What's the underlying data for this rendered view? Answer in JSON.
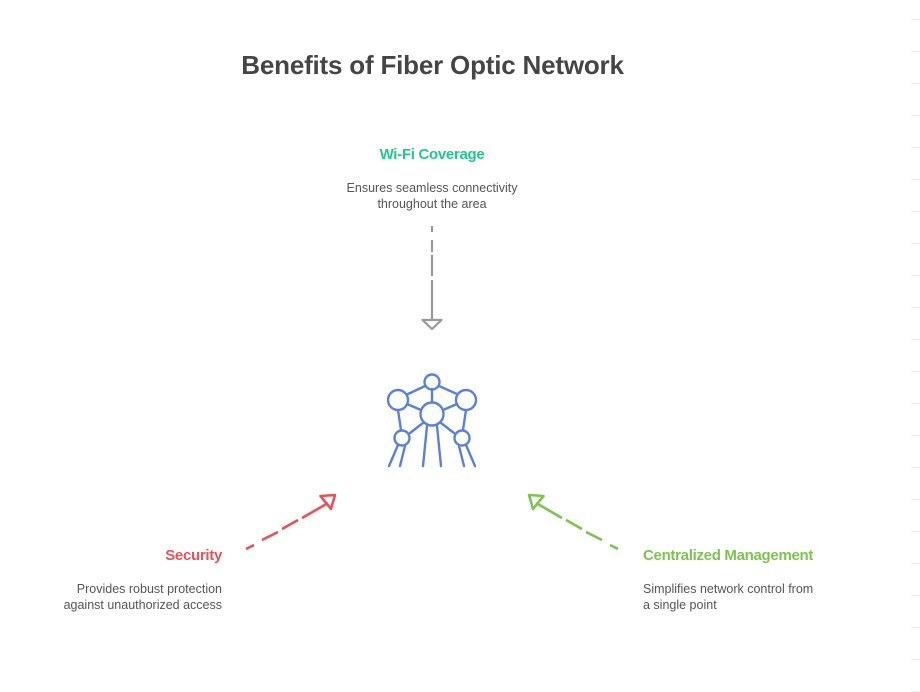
{
  "title": "Benefits of Fiber Optic Network",
  "center_icon": "atomium-network-icon",
  "colors": {
    "title": "#454545",
    "wifi": "#1ec98a",
    "security": "#e8505b",
    "management": "#7cc34f",
    "icon": "#5b7fdc",
    "arrow_top": "#999999",
    "description": "#555555"
  },
  "benefits": [
    {
      "id": "wifi",
      "heading": "Wi-Fi Coverage",
      "description_lines": [
        "Ensures seamless connectivity",
        "throughout the area"
      ],
      "position": "top"
    },
    {
      "id": "security",
      "heading": "Security",
      "description_lines": [
        "Provides robust protection",
        "against unauthorized access"
      ],
      "position": "bottom-left"
    },
    {
      "id": "management",
      "heading": "Centralized Management",
      "description_lines": [
        "Simplifies network control from",
        "a single point"
      ],
      "position": "bottom-right"
    }
  ]
}
